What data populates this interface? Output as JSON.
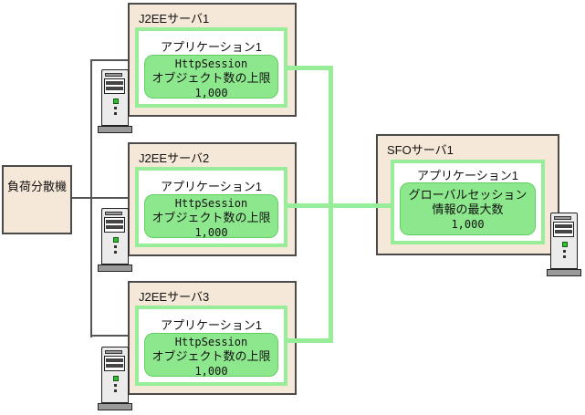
{
  "load_balancer": {
    "label": "負荷分散機"
  },
  "servers": [
    {
      "title": "J2EEサーバ1",
      "app_title": "アプリケーション1",
      "session_line1": "HttpSession",
      "session_line2": "オブジェクト数の上限",
      "session_line3": "1,000"
    },
    {
      "title": "J2EEサーバ2",
      "app_title": "アプリケーション1",
      "session_line1": "HttpSession",
      "session_line2": "オブジェクト数の上限",
      "session_line3": "1,000"
    },
    {
      "title": "J2EEサーバ3",
      "app_title": "アプリケーション1",
      "session_line1": "HttpSession",
      "session_line2": "オブジェクト数の上限",
      "session_line3": "1,000"
    }
  ],
  "sfo_server": {
    "title": "SFOサーバ1",
    "app_title": "アプリケーション1",
    "session_line1": "グローバルセッション",
    "session_line2": "情報の最大数",
    "session_line3": "1,000"
  },
  "colors": {
    "server_box_fill": "#f6e8d8",
    "server_box_border": "#4a4a4a",
    "green_line": "#98ee98",
    "green_session_fill": "#8de88d",
    "connector_line": "#555555"
  }
}
